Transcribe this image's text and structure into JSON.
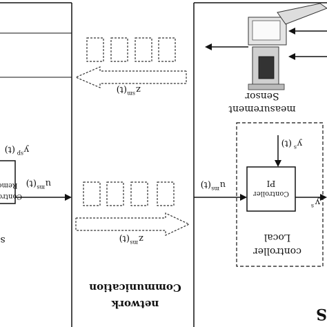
{
  "labels": {
    "comm_title_line1": "network",
    "comm_title_line2": "Communication",
    "sensor_line1": "measurement",
    "sensor_line2": "Sensor",
    "local_line1": "controller",
    "local_line2": "Local",
    "pi_line1": "Controller",
    "pi_line2": "PI",
    "left_ctrl_line1": "Controller",
    "left_ctrl_line2": "Remote",
    "left_edge_char": "s",
    "right_edge_char": "S",
    "y_sm_top": "z",
    "y_sm_top_sup": "sm",
    "y_sm_top_arg": "(t)",
    "y_sp_left": "y",
    "y_sp_left_sup": "sp",
    "y_sp_left_arg": "(t)",
    "u_ms_left": "u",
    "u_ms_left_sup": "ms",
    "u_ms_left_arg": "(t)",
    "z_ms_mid": "z",
    "z_ms_mid_sup": "ms",
    "z_ms_mid_arg": "(t)",
    "u_ms_right": "u",
    "u_ms_right_sup": "ms",
    "u_ms_right_arg": "(t)",
    "y_s_local": "y",
    "y_s_local_sup": "s",
    "y_s_local_arg": "(t)",
    "y_out": "y",
    "y_out_sup": "s"
  }
}
